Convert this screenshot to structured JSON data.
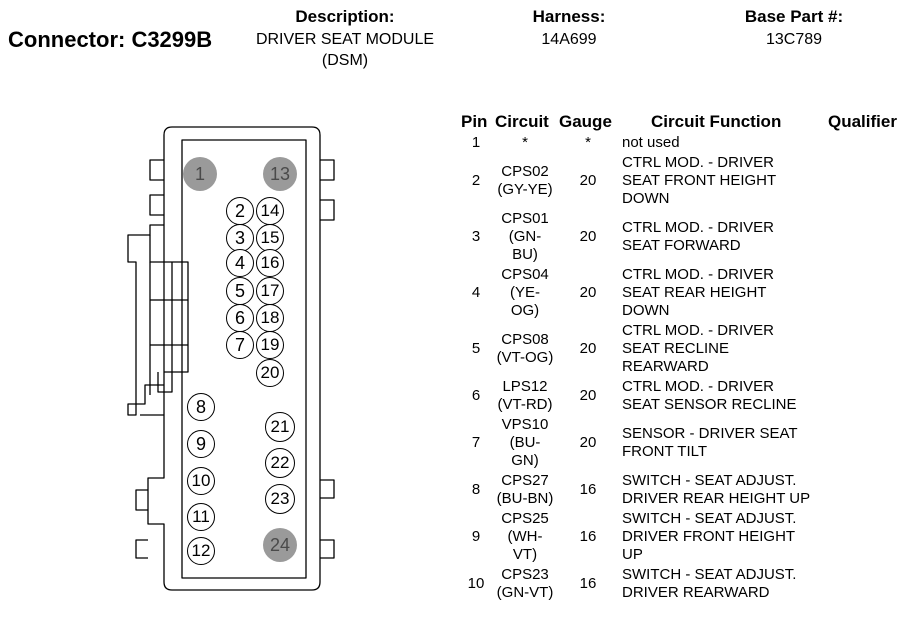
{
  "header": {
    "connector_label": "Connector: C3299B",
    "description_label": "Description:",
    "description_lines": [
      "DRIVER SEAT MODULE",
      "(DSM)"
    ],
    "harness_label": "Harness:",
    "harness_value": "14A699",
    "base_part_label": "Base Part #:",
    "base_part_value": "13C789"
  },
  "table": {
    "columns": [
      "Pin",
      "Circuit",
      "Gauge",
      "Circuit Function",
      "Qualifier"
    ],
    "rows": [
      {
        "pin": "1",
        "circuit": [
          "*"
        ],
        "gauge": "*",
        "function": [
          "not used"
        ],
        "qualifier": ""
      },
      {
        "pin": "2",
        "circuit": [
          "CPS02",
          "(GY-YE)"
        ],
        "gauge": "20",
        "function": [
          "CTRL MOD. - DRIVER",
          "SEAT FRONT HEIGHT",
          "DOWN"
        ],
        "qualifier": ""
      },
      {
        "pin": "3",
        "circuit": [
          "CPS01",
          "(GN-",
          "BU)"
        ],
        "gauge": "20",
        "function": [
          "CTRL MOD. - DRIVER",
          "SEAT FORWARD"
        ],
        "qualifier": ""
      },
      {
        "pin": "4",
        "circuit": [
          "CPS04",
          "(YE-",
          "OG)"
        ],
        "gauge": "20",
        "function": [
          "CTRL MOD. - DRIVER",
          "SEAT REAR HEIGHT",
          "DOWN"
        ],
        "qualifier": ""
      },
      {
        "pin": "5",
        "circuit": [
          "CPS08",
          "(VT-OG)"
        ],
        "gauge": "20",
        "function": [
          "CTRL MOD. - DRIVER",
          "SEAT RECLINE",
          "REARWARD"
        ],
        "qualifier": ""
      },
      {
        "pin": "6",
        "circuit": [
          "LPS12",
          "(VT-RD)"
        ],
        "gauge": "20",
        "function": [
          "CTRL MOD. - DRIVER",
          "SEAT SENSOR RECLINE"
        ],
        "qualifier": ""
      },
      {
        "pin": "7",
        "circuit": [
          "VPS10",
          "(BU-",
          "GN)"
        ],
        "gauge": "20",
        "function": [
          "SENSOR - DRIVER SEAT",
          "FRONT TILT"
        ],
        "qualifier": ""
      },
      {
        "pin": "8",
        "circuit": [
          "CPS27",
          "(BU-BN)"
        ],
        "gauge": "16",
        "function": [
          "SWITCH - SEAT ADJUST.",
          "DRIVER REAR HEIGHT UP"
        ],
        "qualifier": ""
      },
      {
        "pin": "9",
        "circuit": [
          "CPS25",
          "(WH-",
          "VT)"
        ],
        "gauge": "16",
        "function": [
          "SWITCH - SEAT ADJUST.",
          "DRIVER FRONT HEIGHT",
          "UP"
        ],
        "qualifier": ""
      },
      {
        "pin": "10",
        "circuit": [
          "CPS23",
          "(GN-VT)"
        ],
        "gauge": "16",
        "function": [
          "SWITCH - SEAT ADJUST.",
          "DRIVER REARWARD"
        ],
        "qualifier": ""
      }
    ]
  },
  "diagram": {
    "pins": [
      {
        "label": "1",
        "state": "unused"
      },
      {
        "label": "13",
        "state": "unused"
      },
      {
        "label": "2",
        "state": "used"
      },
      {
        "label": "14",
        "state": "used"
      },
      {
        "label": "3",
        "state": "used"
      },
      {
        "label": "15",
        "state": "used"
      },
      {
        "label": "4",
        "state": "used"
      },
      {
        "label": "16",
        "state": "used"
      },
      {
        "label": "5",
        "state": "used"
      },
      {
        "label": "17",
        "state": "used"
      },
      {
        "label": "6",
        "state": "used"
      },
      {
        "label": "18",
        "state": "used"
      },
      {
        "label": "7",
        "state": "used"
      },
      {
        "label": "19",
        "state": "used"
      },
      {
        "label": "20",
        "state": "used"
      },
      {
        "label": "8",
        "state": "used"
      },
      {
        "label": "9",
        "state": "used"
      },
      {
        "label": "10",
        "state": "used"
      },
      {
        "label": "11",
        "state": "used"
      },
      {
        "label": "12",
        "state": "used"
      },
      {
        "label": "21",
        "state": "used"
      },
      {
        "label": "22",
        "state": "used"
      },
      {
        "label": "23",
        "state": "used"
      },
      {
        "label": "24",
        "state": "unused"
      }
    ]
  }
}
